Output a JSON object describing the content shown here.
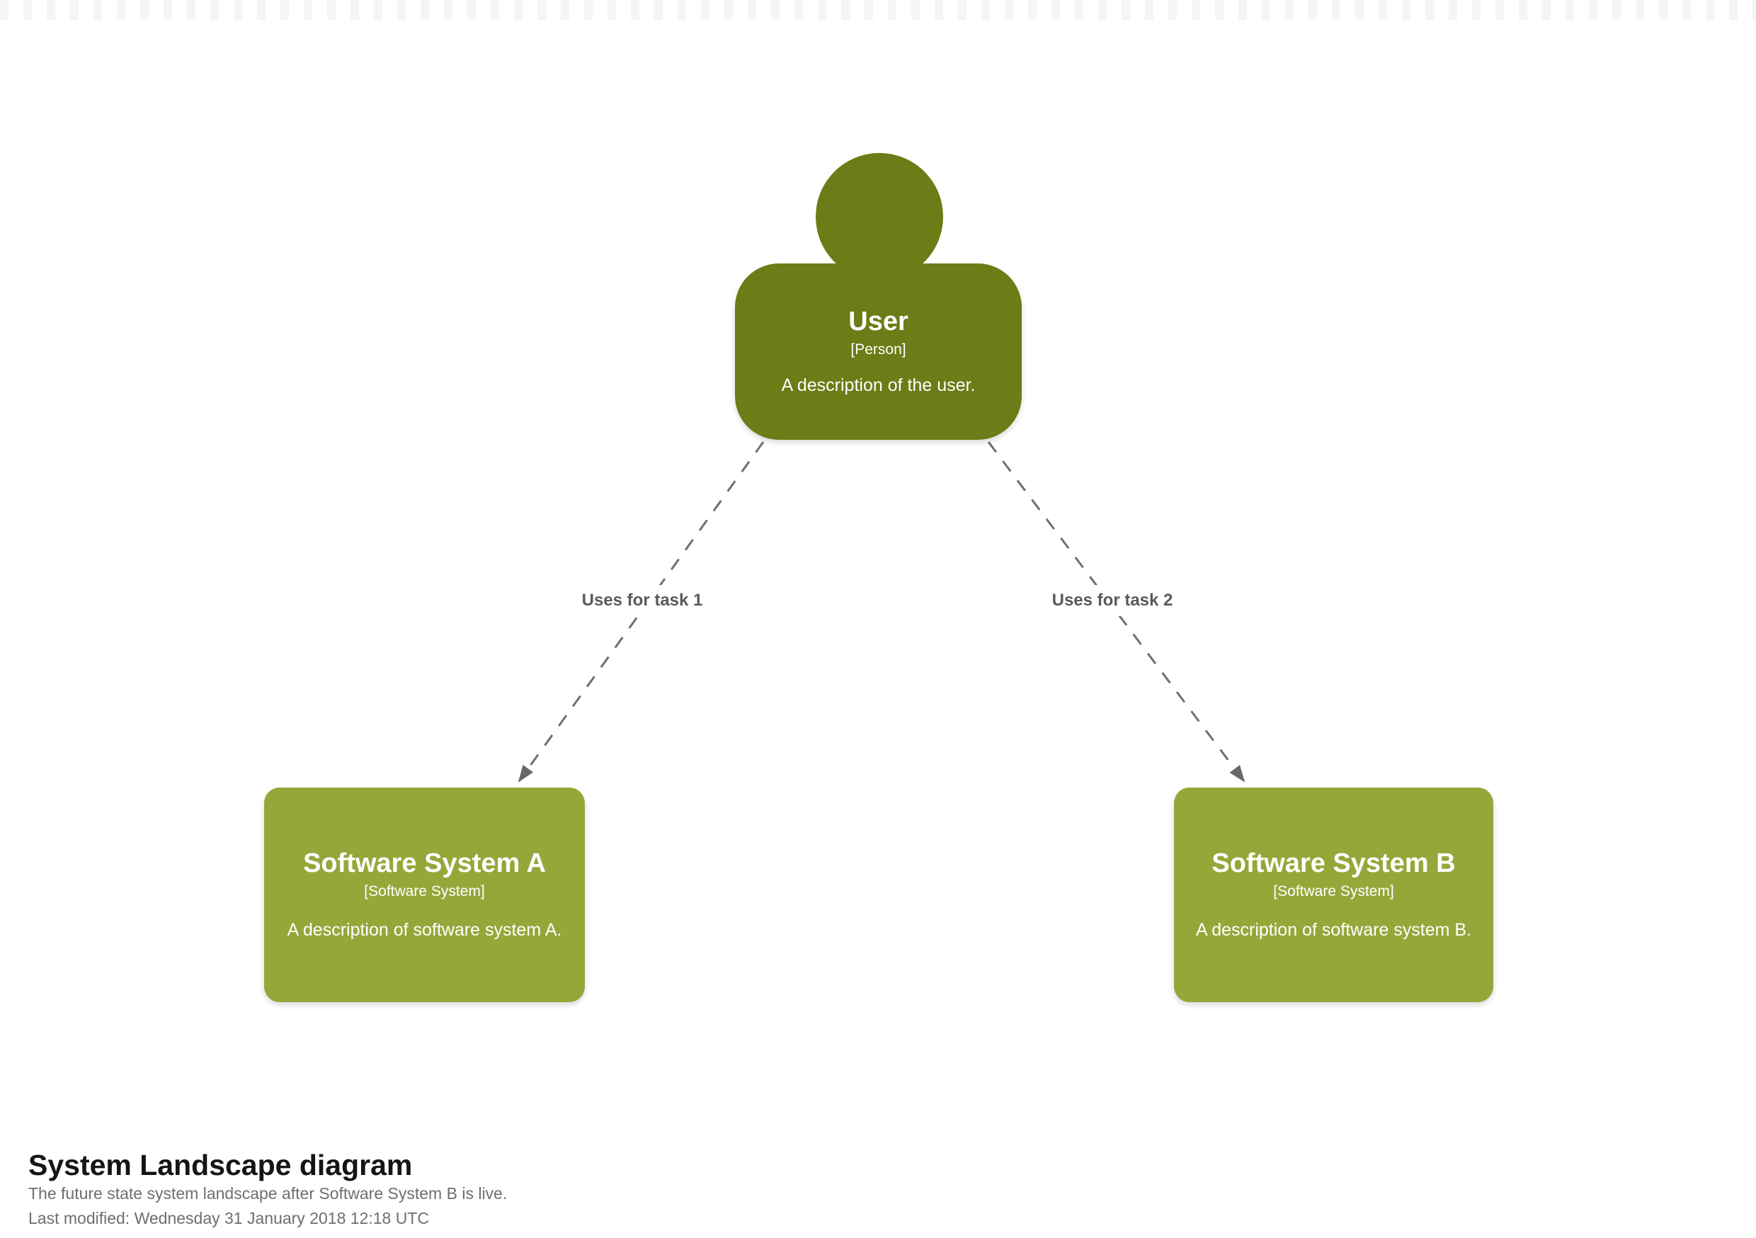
{
  "diagram": {
    "title": "System Landscape diagram",
    "subtitle": "The future state system landscape after Software System B is live.",
    "last_modified": "Last modified: Wednesday 31 January 2018 12:18 UTC"
  },
  "colors": {
    "background": "#ffffff",
    "person_fill": "#6a7d16",
    "software_system_fill": "#94a83a",
    "element_text": "#ffffff",
    "relationship_line": "#6f6f6f",
    "relationship_label": "#5a5a5a",
    "title_text": "#151515",
    "metadata_text": "#6e6e6e"
  },
  "elements": {
    "user": {
      "name": "User",
      "type": "[Person]",
      "description": "A description of the user."
    },
    "system_a": {
      "name": "Software System A",
      "type": "[Software System]",
      "description": "A description of software system A."
    },
    "system_b": {
      "name": "Software System B",
      "type": "[Software System]",
      "description": "A description of software system B."
    }
  },
  "relationships": [
    {
      "label": "Uses for task 1"
    },
    {
      "label": "Uses for task 2"
    }
  ]
}
